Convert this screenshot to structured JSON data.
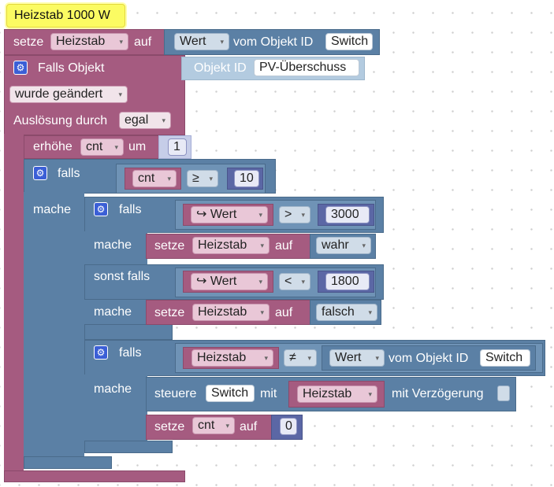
{
  "comment_text": "Heizstab 1000 W",
  "row1": {
    "setze": "setze",
    "var": "Heizstab",
    "auf": "auf",
    "wert": "Wert",
    "vom_objekt": "vom Objekt ID",
    "object": "Switch"
  },
  "trigger": {
    "falls_objekt": "Falls Objekt",
    "objekt_id_label": "Objekt ID",
    "objekt_id_value": "PV-Überschuss",
    "changed": "wurde geändert",
    "ausloesung": "Auslösung durch",
    "ausloesung_value": "egal"
  },
  "inc": {
    "label": "erhöhe",
    "var": "cnt",
    "um": "um",
    "value": "1"
  },
  "if1": {
    "falls": "falls",
    "mache": "mache",
    "var": "cnt",
    "op": "≥",
    "value": "10"
  },
  "if2": {
    "falls": "falls",
    "wert1": "↪ Wert",
    "op1": ">",
    "val1": "3000",
    "mache1": "mache",
    "setze1": "setze",
    "var1": "Heizstab",
    "auf1": "auf",
    "bool1": "wahr",
    "sonst": "sonst falls",
    "wert2": "↪ Wert",
    "op2": "<",
    "val2": "1800",
    "mache2": "mache",
    "setze2": "setze",
    "var2": "Heizstab",
    "auf2": "auf",
    "bool2": "falsch"
  },
  "if3": {
    "falls": "falls",
    "var": "Heizstab",
    "op": "≠",
    "wert": "Wert",
    "vom_objekt": "vom Objekt ID",
    "object": "Switch",
    "mache": "mache",
    "steuere": "steuere",
    "steuere_obj": "Switch",
    "mit": "mit",
    "steuere_var": "Heizstab",
    "mit_verz": "mit Verzögerung",
    "setze": "setze",
    "set_var": "cnt",
    "auf": "auf",
    "set_val": "0"
  },
  "icons": {
    "gear": "gear-icon",
    "caret": "▾"
  },
  "colors": {
    "variables": "#a55b80",
    "logic": "#5b80a5",
    "math": "#5b67a5",
    "comment": "#fbfb62"
  }
}
